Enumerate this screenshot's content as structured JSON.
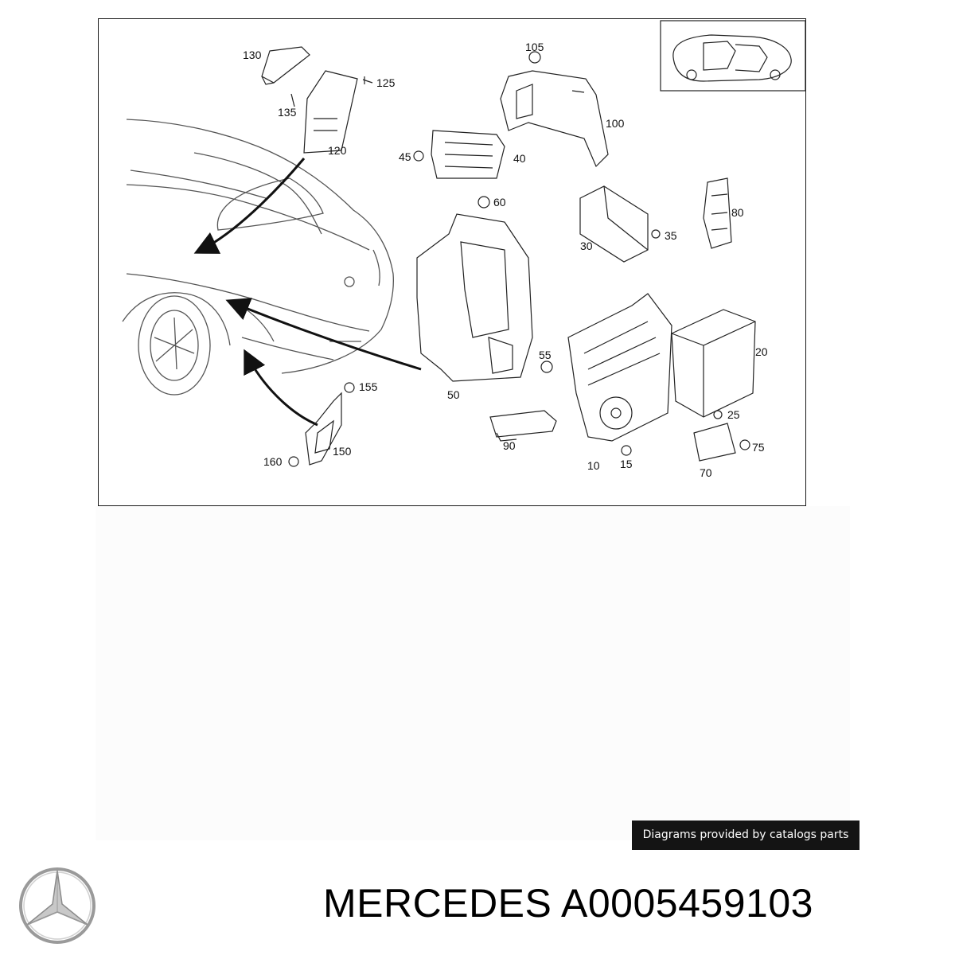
{
  "diagram": {
    "callouts": [
      "10",
      "15",
      "20",
      "25",
      "30",
      "35",
      "40",
      "45",
      "50",
      "55",
      "60",
      "70",
      "75",
      "80",
      "90",
      "100",
      "105",
      "120",
      "125",
      "130",
      "135",
      "150",
      "155",
      "160"
    ]
  },
  "credit": {
    "text": "Diagrams provided by catalogs parts"
  },
  "footer": {
    "brand": "MERCEDES",
    "part_number": "A0005459103"
  },
  "icons": {
    "logo": "mercedes-star-icon"
  },
  "colors": {
    "line": "#1a1a1a",
    "badge_bg": "#141414",
    "badge_text": "#ffffff"
  }
}
